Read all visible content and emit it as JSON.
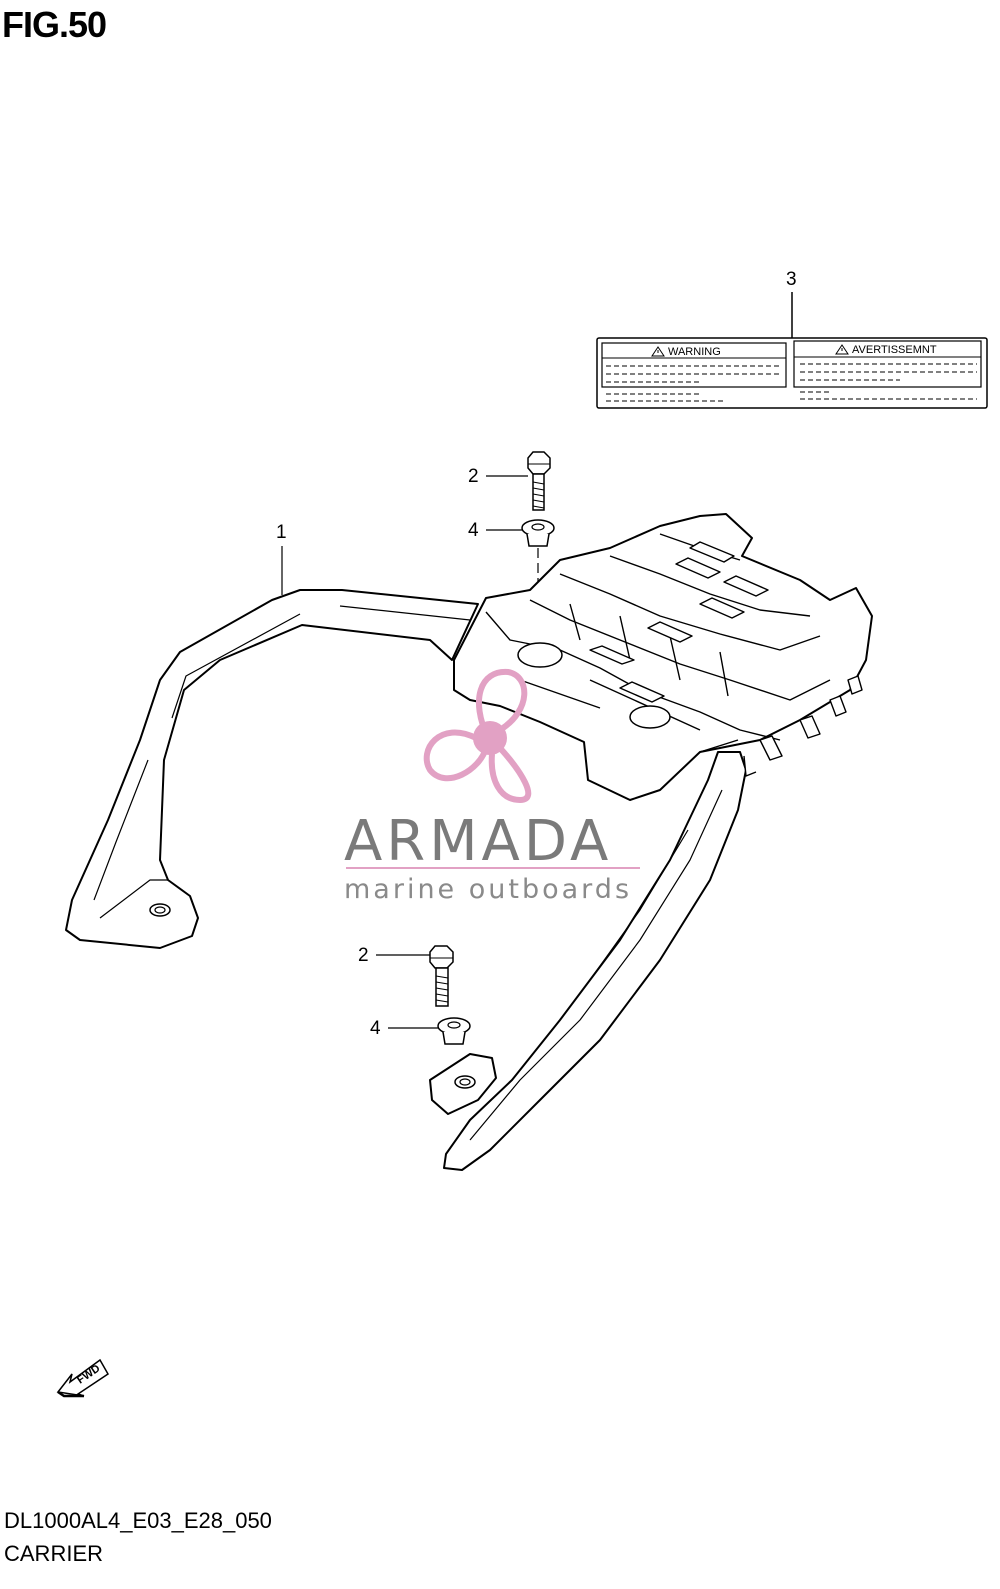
{
  "figure": {
    "title": "FIG.50",
    "code": "DL1000AL4_E03_E28_050",
    "name": "CARRIER"
  },
  "callouts": [
    {
      "number": "1",
      "part": "carrier-bracket"
    },
    {
      "number": "2",
      "part": "bolt-upper"
    },
    {
      "number": "4",
      "part": "washer-upper"
    },
    {
      "number": "3",
      "part": "warning-label"
    },
    {
      "number": "2",
      "part": "bolt-lower"
    },
    {
      "number": "4",
      "part": "washer-lower"
    }
  ],
  "warning_label": {
    "left_heading": "WARNING",
    "right_heading": "AVERTISSEMNT"
  },
  "fwd_arrow": {
    "text": "FWD"
  },
  "watermark": {
    "brand": "ARMADA",
    "tagline": "marine outboards",
    "accent_color": "#e2a1c4"
  }
}
